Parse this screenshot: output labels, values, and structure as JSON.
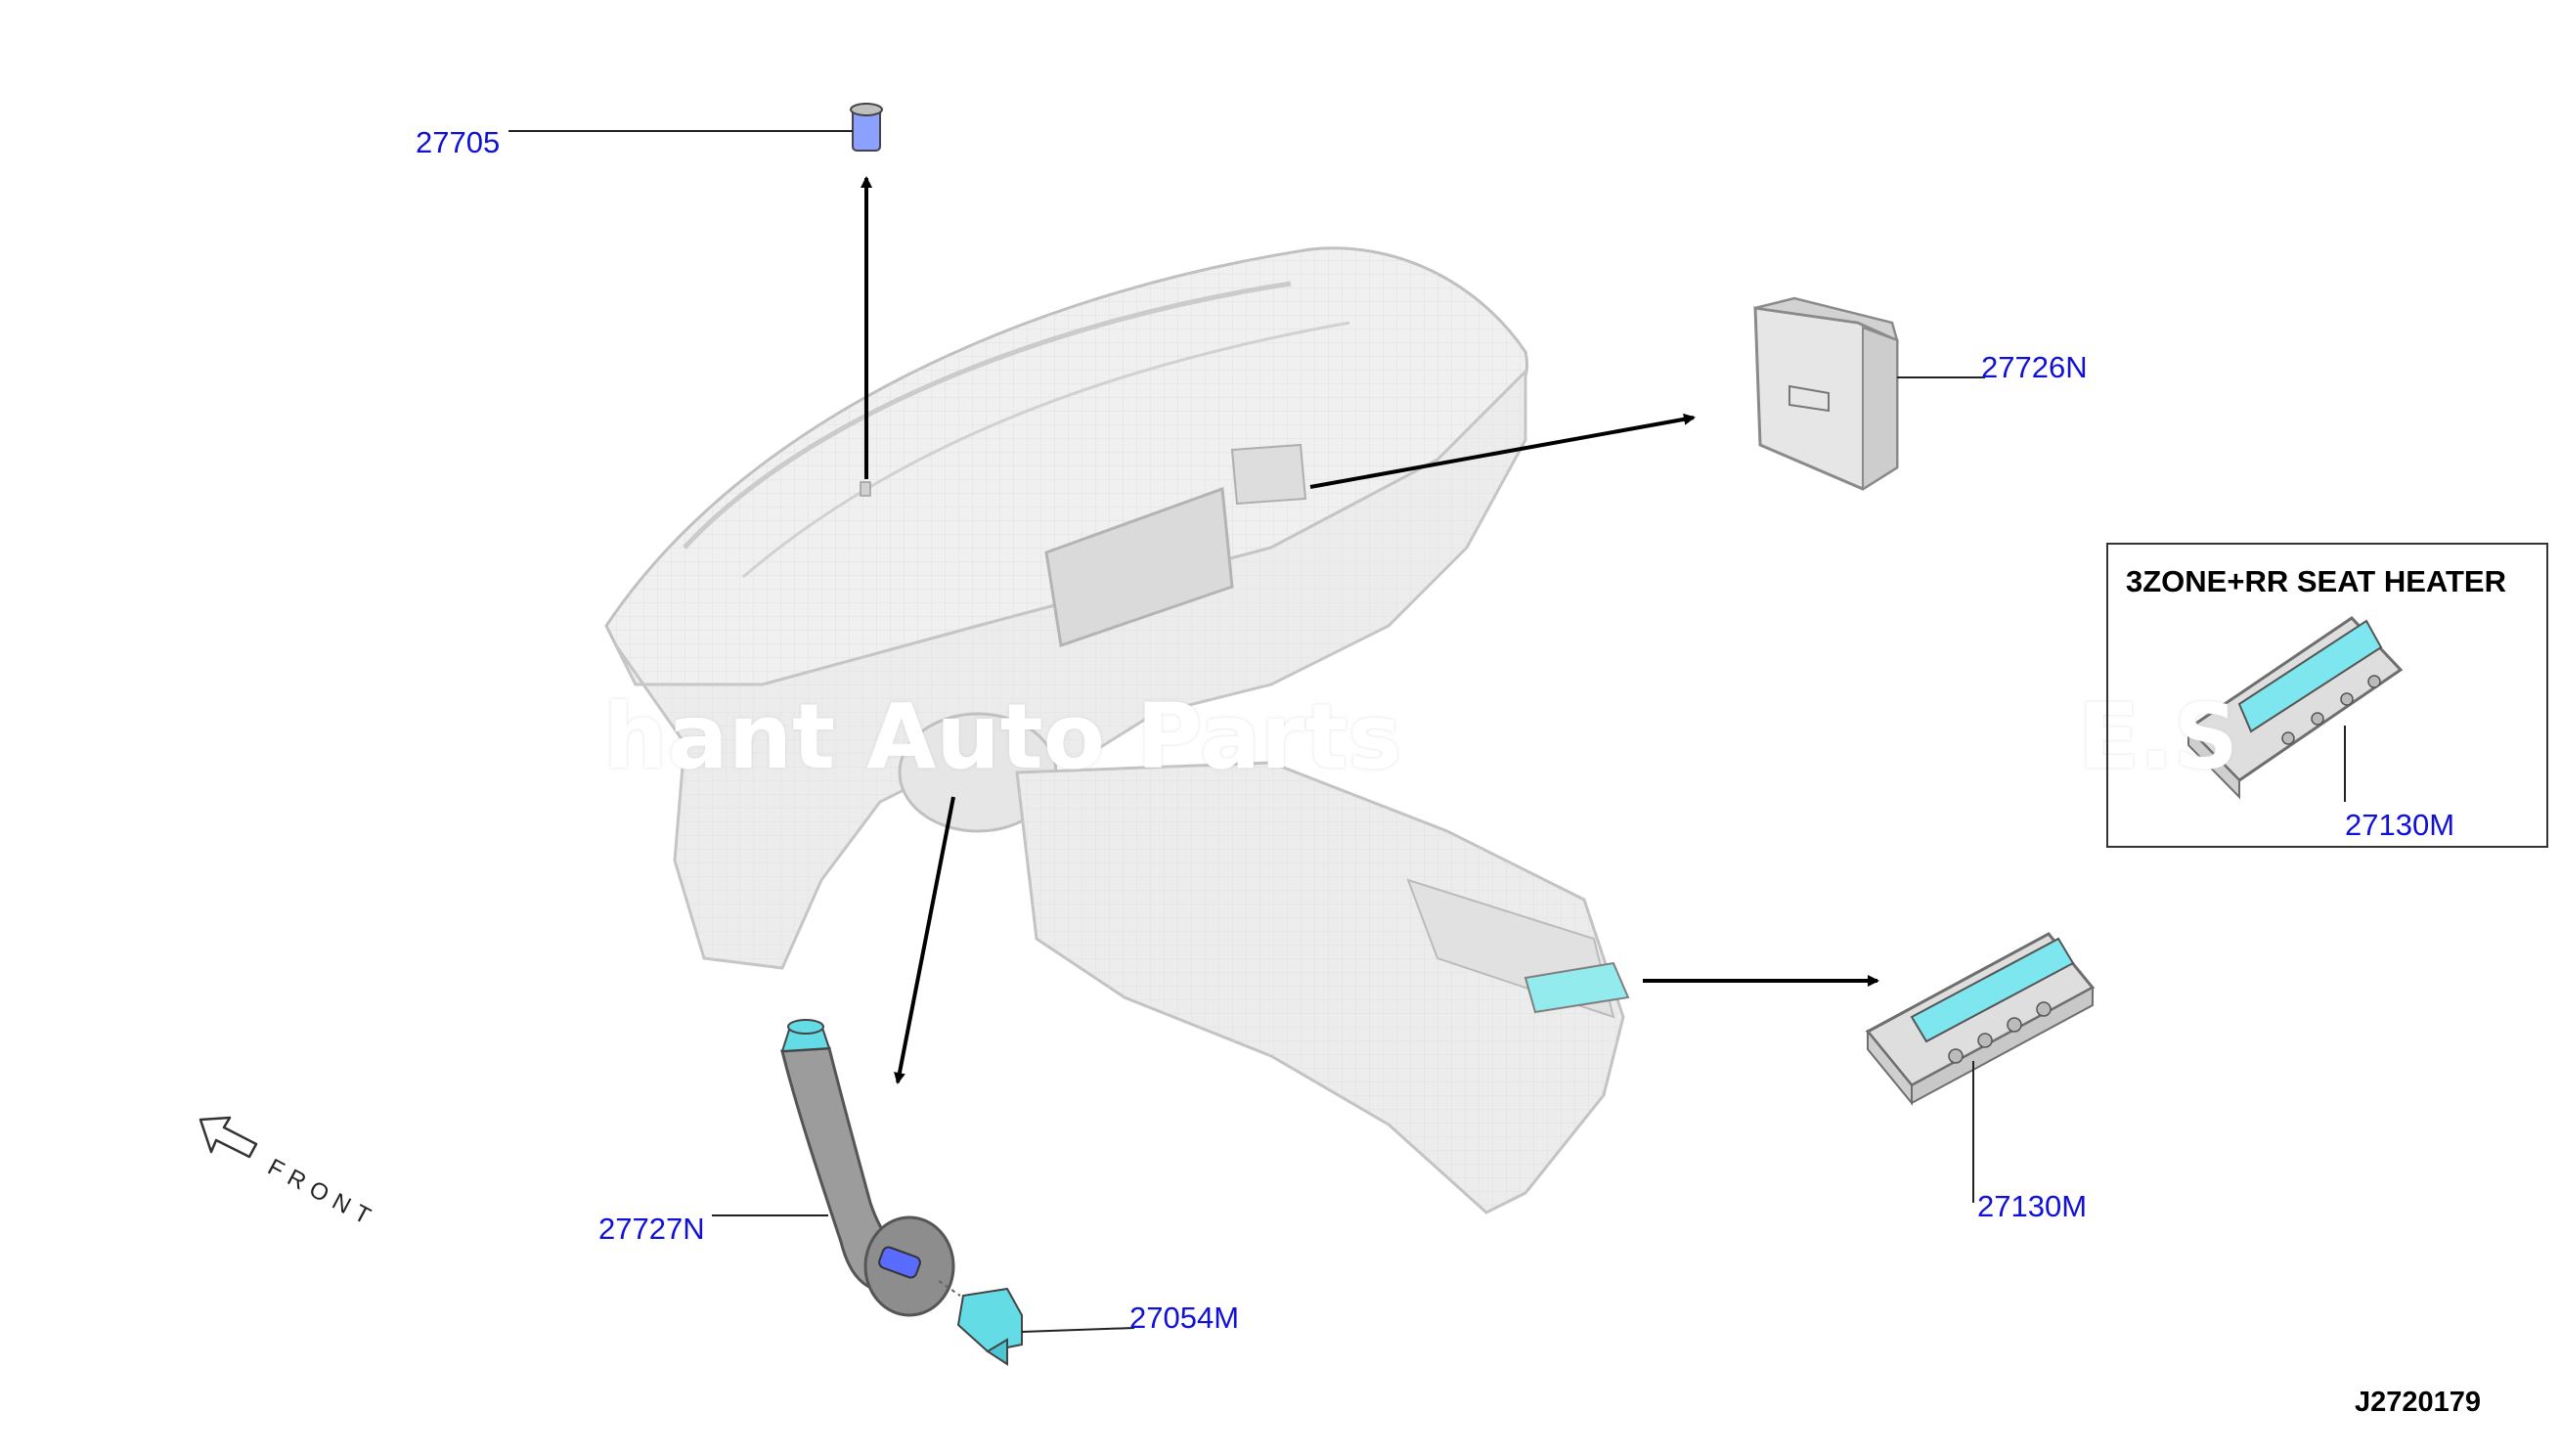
{
  "labels": {
    "p27705": "27705",
    "p27726N": "27726N",
    "p27727N": "27727N",
    "p27054M": "27054M",
    "p27130M_main": "27130M",
    "p27130M_inset": "27130M"
  },
  "inset": {
    "title": "3ZONE+RR SEAT HEATER"
  },
  "front_label": "FRONT",
  "diagram_id": "J2720179",
  "watermark": {
    "left": "hant Auto Parts",
    "right": "E.S"
  },
  "colors": {
    "label_blue": "#1010d8",
    "part_cyan": "#62e2e8",
    "line_black": "#000000",
    "ghost_gray": "#c8c8c8"
  }
}
